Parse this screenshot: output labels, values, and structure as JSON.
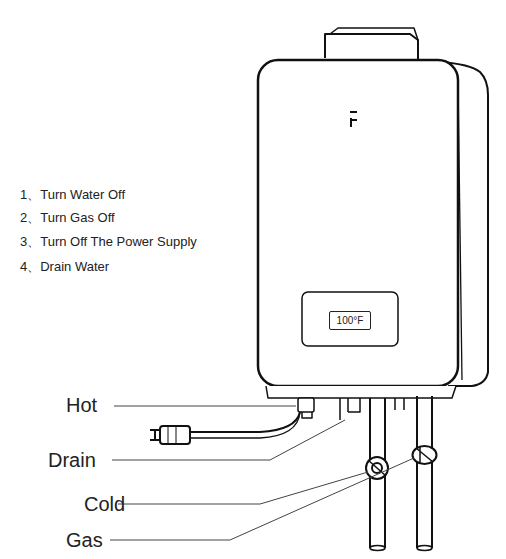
{
  "diagram": {
    "nodes": [
      {
        "text": [
          "100°F"
        ]
      }
    ],
    "labels": [
      "1、Turn Water Off",
      "2、Turn Gas Off",
      "3、Turn Off The Power Supply",
      "4、Drain Water",
      "Hot",
      "Drain",
      "Cold",
      "Gas"
    ]
  }
}
